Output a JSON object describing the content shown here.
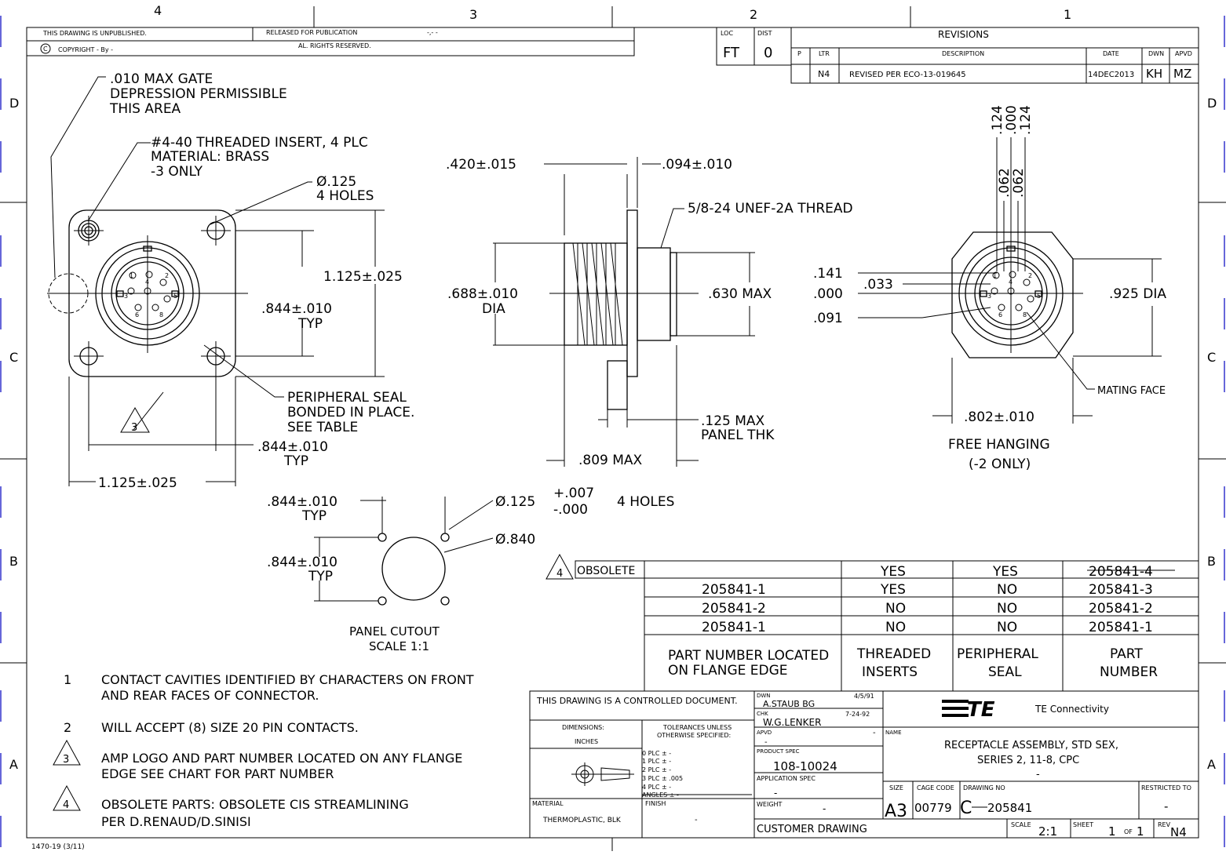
{
  "border": {
    "top_zones": [
      "4",
      "3",
      "2",
      "1"
    ],
    "side_zones": [
      "D",
      "C",
      "B",
      "A"
    ]
  },
  "title_top": {
    "unpublished": "THIS DRAWING IS UNPUBLISHED.",
    "released": "RELEASED FOR PUBLICATION",
    "released_value": "-,-  -",
    "copyright": "COPYRIGHT  -     By  -",
    "rights": "AL. RIGHTS RESERVED."
  },
  "loc_dist": {
    "loc_label": "LOC",
    "loc": "FT",
    "dist_label": "DIST",
    "dist": "0"
  },
  "revisions": {
    "title": "REVISIONS",
    "headers": [
      "P",
      "LTR",
      "DESCRIPTION",
      "DATE",
      "DWN",
      "APVD"
    ],
    "rows": [
      {
        "p": "",
        "ltr": "N4",
        "desc": "REVISED PER ECO-13-019645",
        "date": "14DEC2013",
        "dwn": "KH",
        "apvd": "MZ"
      }
    ]
  },
  "front_view": {
    "gate_note": [
      ".010 MAX GATE",
      "DEPRESSION PERMISSIBLE",
      "THIS AREA"
    ],
    "insert_note": [
      "#4-40 THREADED INSERT, 4 PLC",
      "MATERIAL: BRASS",
      "-3 ONLY"
    ],
    "hole_note": [
      "Ø.125",
      "4 HOLES"
    ],
    "dim_height": "1.125±.025",
    "dim_inner_v": ".844±.010",
    "dim_inner_v_typ": "TYP",
    "seal_note": [
      "PERIPHERAL SEAL",
      "BONDED IN PLACE.",
      "SEE TABLE"
    ],
    "dim_inner_h": ".844±.010",
    "dim_inner_h_typ": "TYP",
    "dim_width": "1.125±.025",
    "flag_3": "3",
    "pins": [
      "1",
      "2",
      "3",
      "4",
      "5",
      "6",
      "8"
    ]
  },
  "side_view": {
    "dim_flange": ".420±.015",
    "dim_nut": ".094±.010",
    "thread": "5/8-24 UNEF-2A THREAD",
    "dim_dia": ".688±.010",
    "dim_dia_label": "DIA",
    "dim_max": ".630  MAX",
    "dim_panel": [
      ".125  MAX",
      "PANEL THK"
    ],
    "dim_len": ".809  MAX"
  },
  "free_view": {
    "dims_top": [
      ".124",
      ".000",
      ".124"
    ],
    "dims_mid": [
      ".062",
      ".062"
    ],
    "dim_141": ".141",
    "dim_000": ".000",
    "dim_091": ".091",
    "dim_033": ".033",
    "dim_dia": ".925  DIA",
    "mating": "MATING FACE",
    "dim_width": ".802±.010",
    "caption": [
      "FREE HANGING",
      "(-2 ONLY)"
    ],
    "pins": [
      "1",
      "2",
      "3",
      "4",
      "5",
      "6",
      "8"
    ]
  },
  "cutout": {
    "dim_h": ".844±.010",
    "dim_h_typ": "TYP",
    "hole_dim": "Ø.125",
    "tol_plus": "+.007",
    "tol_minus": "-.000",
    "holes": "4 HOLES",
    "dim_840": "Ø.840",
    "dim_v": ".844±.010",
    "dim_v_typ": "TYP",
    "caption": [
      "PANEL CUTOUT",
      "SCALE 1:1"
    ]
  },
  "part_table": {
    "flag_4": "4",
    "obsolete": "OBSOLETE",
    "rows": [
      {
        "flange": "",
        "threaded": "YES",
        "seal": "YES",
        "part": "205841-4",
        "struck": true
      },
      {
        "flange": "205841-1",
        "threaded": "YES",
        "seal": "NO",
        "part": "205841-3",
        "struck": false
      },
      {
        "flange": "205841-2",
        "threaded": "NO",
        "seal": "NO",
        "part": "205841-2",
        "struck": false
      },
      {
        "flange": "205841-1",
        "threaded": "NO",
        "seal": "NO",
        "part": "205841-1",
        "struck": false
      }
    ],
    "headers": [
      [
        "PART NUMBER LOCATED",
        "ON FLANGE EDGE"
      ],
      [
        "THREADED",
        "INSERTS"
      ],
      [
        "PERIPHERAL",
        "SEAL"
      ],
      [
        "PART",
        "NUMBER"
      ]
    ]
  },
  "notes": [
    {
      "num": "1",
      "flag": false,
      "lines": [
        "CONTACT CAVITIES IDENTIFIED BY CHARACTERS ON FRONT",
        "AND REAR FACES OF CONNECTOR."
      ]
    },
    {
      "num": "2",
      "flag": false,
      "lines": [
        "WILL ACCEPT (8) SIZE 20 PIN CONTACTS."
      ]
    },
    {
      "num": "3",
      "flag": true,
      "lines": [
        "AMP LOGO AND PART NUMBER LOCATED ON ANY FLANGE",
        "EDGE SEE CHART FOR PART NUMBER"
      ]
    },
    {
      "num": "4",
      "flag": true,
      "lines": [
        "OBSOLETE PARTS: OBSOLETE CIS STREAMLINING",
        "PER D.RENAUD/D.SINISI"
      ]
    }
  ],
  "title_block": {
    "controlled": "THIS DRAWING IS A CONTROLLED DOCUMENT.",
    "dimensions": "DIMENSIONS:",
    "inches": "INCHES",
    "tolerances": [
      "TOLERANCES UNLESS",
      "OTHERWISE SPECIFIED:"
    ],
    "tol_lines": [
      "0  PLC        ± -",
      "1  PLC        ± -",
      "2  PLC        ± -",
      "3  PLC        ± .005",
      "4  PLC        ± -",
      "ANGLES                ± -"
    ],
    "material_label": "MATERIAL",
    "material": "THERMOPLASTIC, BLK",
    "finish_label": "FINISH",
    "finish": "-",
    "dwn_label": "DWN",
    "dwn": "A.STAUB BG",
    "dwn_date": "4/5/91",
    "chk_label": "CHK",
    "chk": "W.G.LENKER",
    "chk_date": "7-24-92",
    "apvd_label": "APVD",
    "apvd": "-",
    "apvd_date": "-",
    "product_spec_label": "PRODUCT SPEC",
    "product_spec": "108-10024",
    "app_spec_label": "APPLICATION SPEC",
    "app_spec": "-",
    "weight_label": "WEIGHT",
    "weight": "-",
    "company": "TE Connectivity",
    "logo": "TE",
    "name_label": "NAME",
    "name": [
      "RECEPTACLE ASSEMBLY, STD SEX,",
      "SERIES 2, 11-8, CPC",
      "-"
    ],
    "size_label": "SIZE",
    "size": "A3",
    "cage_label": "CAGE CODE",
    "cage": "00779",
    "drawing_no_label": "DRAWING NO",
    "drawing_no": "205841",
    "restricted_label": "RESTRICTED TO",
    "restricted": "-",
    "customer": "CUSTOMER DRAWING",
    "scale_label": "SCALE",
    "scale": "2:1",
    "sheet_label": "SHEET",
    "sheet": "1",
    "of": "OF",
    "sheet_total": "1",
    "rev_label": "REV",
    "rev": "N4"
  },
  "form_no": "1470-19  (3/11)"
}
